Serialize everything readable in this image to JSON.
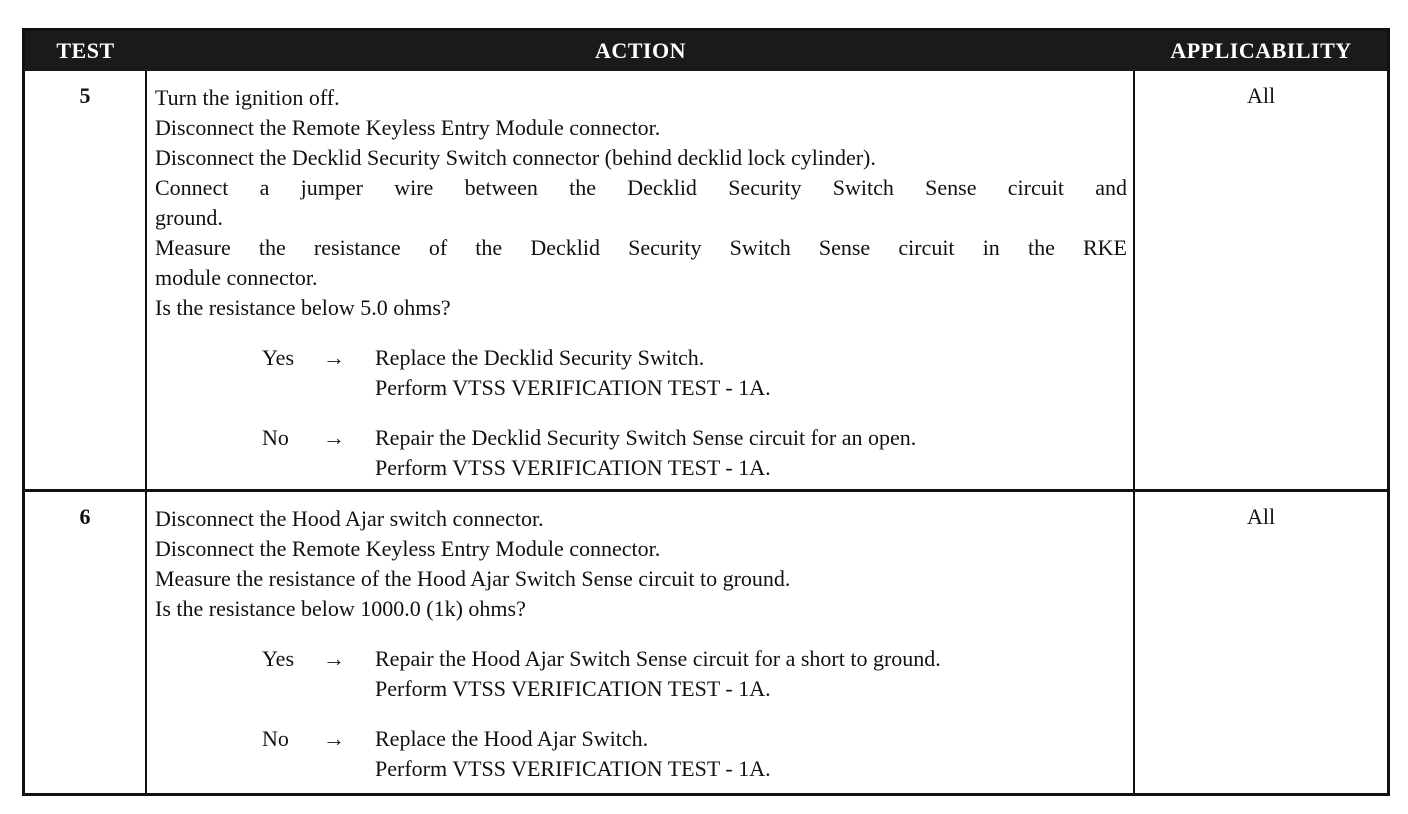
{
  "header": {
    "test": "TEST",
    "action": "ACTION",
    "applicability": "APPLICABILITY"
  },
  "rows": [
    {
      "test": "5",
      "applicability": "All",
      "lines": [
        "Turn the ignition off.",
        "Disconnect the Remote Keyless Entry Module connector.",
        "Disconnect the Decklid Security Switch connector (behind decklid lock cylinder).",
        "Connect a jumper wire between the Decklid Security Switch Sense circuit and",
        "ground.",
        "Measure the resistance of the Decklid Security Switch Sense circuit in the RKE",
        "module connector.",
        "Is the resistance below 5.0 ohms?"
      ],
      "results": [
        {
          "label": "Yes",
          "arrow": "→",
          "steps": [
            "Replace the Decklid Security Switch.",
            "Perform VTSS VERIFICATION TEST - 1A."
          ]
        },
        {
          "label": "No",
          "arrow": "→",
          "steps": [
            "Repair the Decklid Security Switch Sense circuit for an open.",
            "Perform VTSS VERIFICATION TEST - 1A."
          ]
        }
      ]
    },
    {
      "test": "6",
      "applicability": "All",
      "lines": [
        "Disconnect the Hood Ajar switch connector.",
        "Disconnect the Remote Keyless Entry Module connector.",
        "Measure the resistance of the Hood Ajar Switch Sense circuit to ground.",
        "Is the resistance below 1000.0 (1k) ohms?"
      ],
      "results": [
        {
          "label": "Yes",
          "arrow": "→",
          "steps": [
            "Repair the Hood Ajar Switch Sense circuit for a short to ground.",
            "Perform VTSS VERIFICATION TEST - 1A."
          ]
        },
        {
          "label": "No",
          "arrow": "→",
          "steps": [
            "Replace the Hood Ajar Switch.",
            "Perform VTSS VERIFICATION TEST - 1A."
          ]
        }
      ]
    }
  ]
}
